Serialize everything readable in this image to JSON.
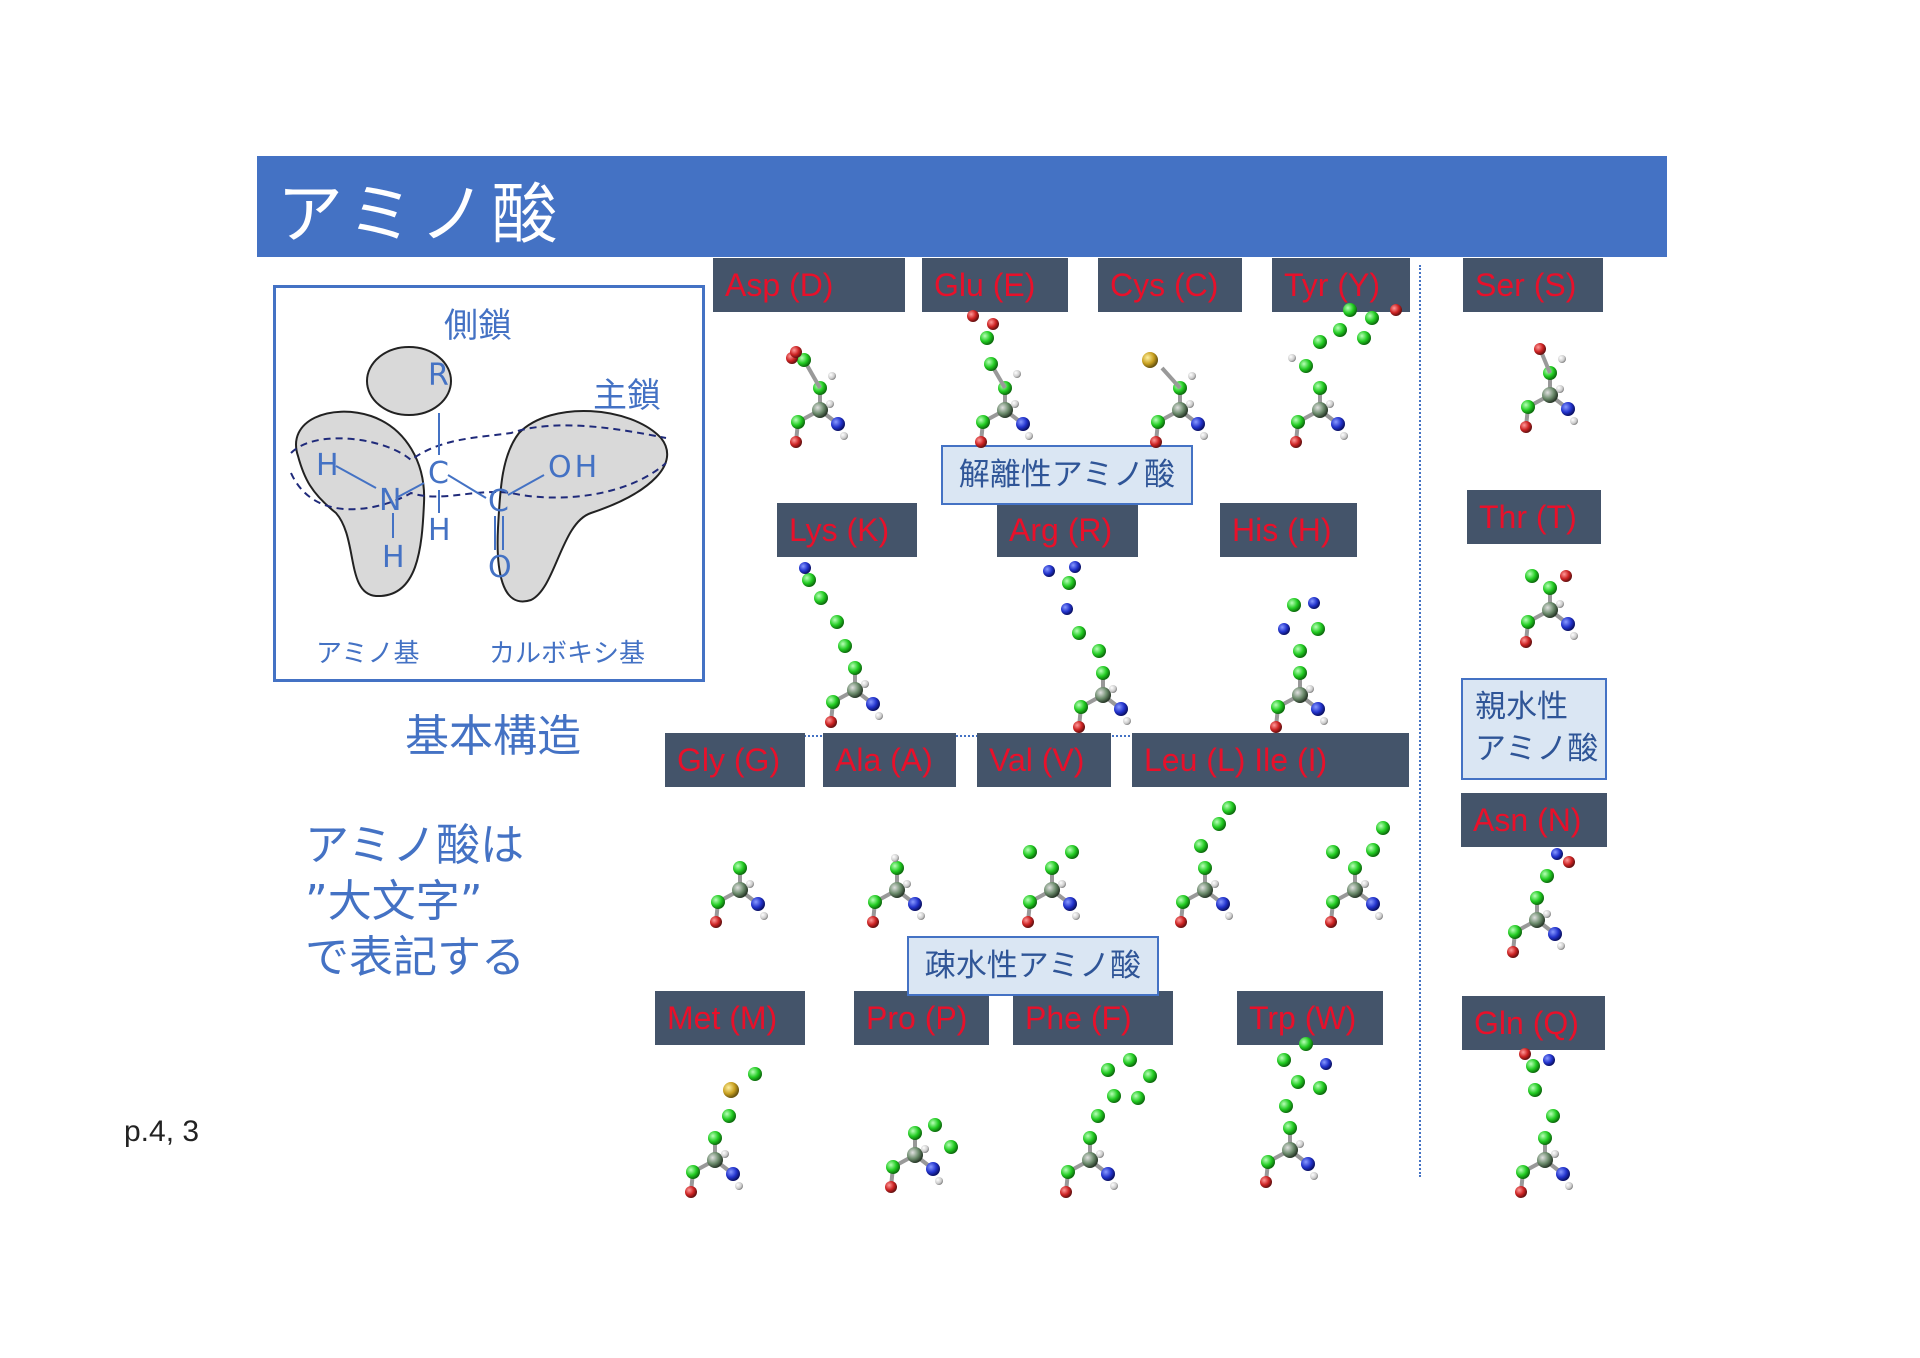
{
  "title": "アミノ酸",
  "structure": {
    "side_chain_label": "側鎖",
    "main_chain_label": "主鎖",
    "atom_r": "R",
    "atom_h_left": "H",
    "atom_n": "N",
    "atom_h_below_n": "H",
    "atom_c_alpha": "C",
    "atom_h_below_c": "H",
    "atom_c_carboxyl": "C",
    "atom_oh": "OH",
    "atom_o": "O",
    "amino_group_label": "アミノ基",
    "carboxyl_group_label": "カルボキシ基",
    "caption": "基本構造"
  },
  "note": "アミノ酸は\n”大文字”\nで表記する",
  "page_ref": "p.4, 3",
  "categories": {
    "ionizable": "解離性アミノ酸",
    "hydrophobic": "疎水性アミノ酸",
    "hydrophilic": "親水性\nアミノ酸"
  },
  "amino_acids": [
    {
      "id": "asp",
      "label": "Asp (D)"
    },
    {
      "id": "glu",
      "label": "Glu (E)"
    },
    {
      "id": "cys",
      "label": "Cys (C)"
    },
    {
      "id": "tyr",
      "label": "Tyr (Y)"
    },
    {
      "id": "ser",
      "label": "Ser (S)"
    },
    {
      "id": "lys",
      "label": "Lys (K)"
    },
    {
      "id": "arg",
      "label": "Arg (R)"
    },
    {
      "id": "his",
      "label": "His (H)"
    },
    {
      "id": "thr",
      "label": "Thr (T)"
    },
    {
      "id": "gly",
      "label": "Gly (G)"
    },
    {
      "id": "ala",
      "label": "Ala (A)"
    },
    {
      "id": "val",
      "label": "Val (V)"
    },
    {
      "id": "leu_ile",
      "label": "Leu (L)   Ile (I)"
    },
    {
      "id": "asn",
      "label": "Asn (N)"
    },
    {
      "id": "met",
      "label": "Met (M)"
    },
    {
      "id": "pro",
      "label": "Pro (P)"
    },
    {
      "id": "phe",
      "label": "Phe (F)"
    },
    {
      "id": "trp",
      "label": "Trp (W)"
    },
    {
      "id": "gln",
      "label": "Gln (Q)"
    }
  ],
  "colors": {
    "title_bar": "#4472c4",
    "label_bg": "#44546a",
    "label_text": "#e8102a",
    "carbon": "#22cc22",
    "nitrogen": "#2233cc",
    "oxygen": "#cc2222",
    "sulfur": "#c8a020",
    "hydrogen": "#cccccc"
  }
}
